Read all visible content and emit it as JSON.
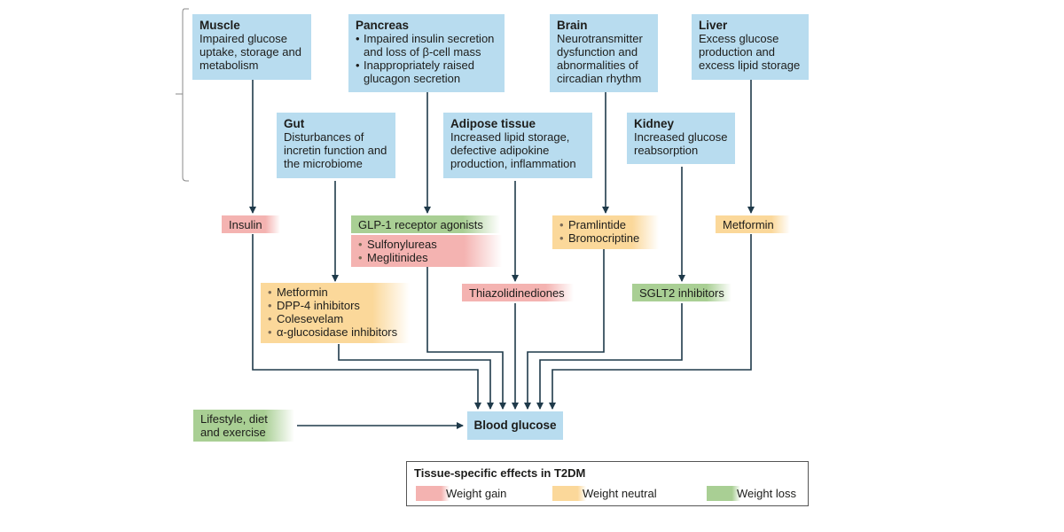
{
  "organs": {
    "muscle": {
      "title": "Muscle",
      "desc": "Impaired glucose uptake, storage and metabolism"
    },
    "pancreas": {
      "title": "Pancreas",
      "items": [
        "Impaired insulin secretion and loss of β-cell mass",
        "Inappropriately raised glucagon secretion"
      ]
    },
    "brain": {
      "title": "Brain",
      "desc": "Neurotransmitter dysfunction and abnormalities of circadian rhythm"
    },
    "liver": {
      "title": "Liver",
      "desc": "Excess glucose production and excess lipid storage"
    },
    "gut": {
      "title": "Gut",
      "desc": "Disturbances of incretin function and the microbiome"
    },
    "adipose": {
      "title": "Adipose tissue",
      "desc": "Increased lipid storage, defective adipokine production, inflammation"
    },
    "kidney": {
      "title": "Kidney",
      "desc": "Increased glucose reabsorption"
    }
  },
  "drugs": {
    "insulin": "Insulin",
    "glp1": "GLP-1 receptor agonists",
    "pancreas_gain": [
      "Sulfonylureas",
      "Meglitinides"
    ],
    "brain": [
      "Pramlintide",
      "Bromocriptine"
    ],
    "liver": "Metformin",
    "gut": [
      "Metformin",
      "DPP-4 inhibitors",
      "Colesevelam",
      "α-glucosidase inhibitors"
    ],
    "adipose": "Thiazolidinediones",
    "kidney": "SGLT2 inhibitors"
  },
  "lifestyle": "Lifestyle, diet and exercise",
  "outcome": "Blood glucose",
  "legend": {
    "title": "Tissue-specific effects in T2DM",
    "items": [
      {
        "label": "Weight gain",
        "color": "#f4b3b1"
      },
      {
        "label": "Weight neutral",
        "color": "#fbd89a"
      },
      {
        "label": "Weight loss",
        "color": "#a9cf94"
      }
    ]
  },
  "colors": {
    "organ": "#b8dcef",
    "arrow": "#1f3a4a",
    "weight_gain": "#f4b3b1",
    "weight_neutral": "#fbd89a",
    "weight_loss": "#a9cf94"
  }
}
